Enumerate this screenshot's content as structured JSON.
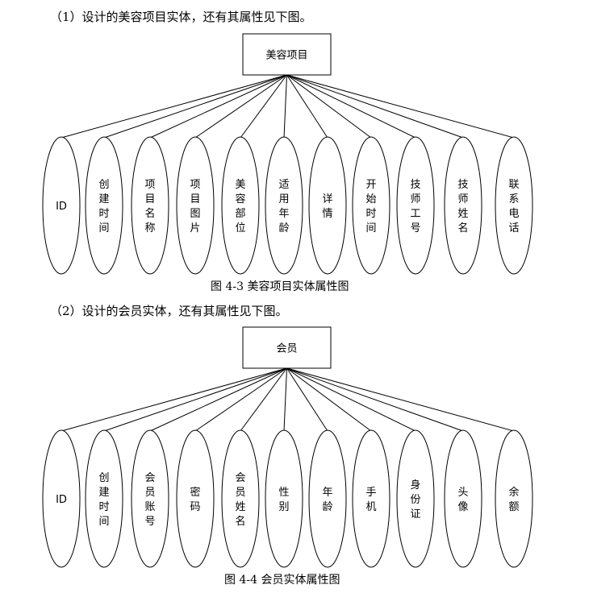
{
  "sections": [
    {
      "heading": "（1）设计的美容项目实体，还有其属性见下图。",
      "entity": "美容项目",
      "attributes": [
        "ID",
        "创建时间",
        "项目名称",
        "项目图片",
        "美容部位",
        "适用年龄",
        "详情",
        "开始时间",
        "技师工号",
        "技师姓名",
        "联系电话"
      ],
      "caption": "图 4-3  美容项目实体属性图"
    },
    {
      "heading": "（2）设计的会员实体，还有其属性见下图。",
      "entity": "会员",
      "attributes": [
        "ID",
        "创建时间",
        "会员账号",
        "密码",
        "会员姓名",
        "性别",
        "年龄",
        "手机",
        "身份证",
        "头像",
        "余额"
      ],
      "caption": "图 4-4  会员实体属性图"
    }
  ]
}
